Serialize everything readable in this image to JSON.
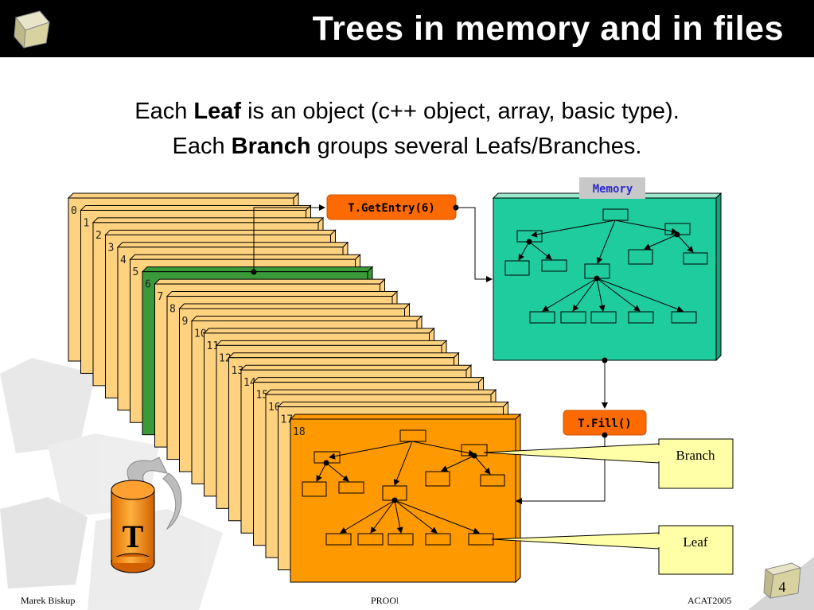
{
  "slide": {
    "title": "Trees in memory and in files",
    "intro": {
      "line1_pre": "Each ",
      "line1_bold": "Leaf",
      "line1_post": " is an object (c++ object, array, basic type).",
      "line2_pre": "Each ",
      "line2_bold": "Branch",
      "line2_post": " groups several Leafs/Branches."
    }
  },
  "diagram": {
    "entry_labels": [
      "0",
      "1",
      "2",
      "3",
      "4",
      "5",
      "6",
      "7",
      "8",
      "9",
      "10",
      "11",
      "12",
      "13",
      "14",
      "15",
      "16",
      "17",
      "18"
    ],
    "highlighted_entry": "6",
    "get_entry_label": "T.GetEntry(6)",
    "fill_label": "T.Fill()",
    "memory_label": "Memory",
    "branch_callout": "Branch",
    "leaf_callout": "Leaf",
    "tree_symbol": "T",
    "colors": {
      "entry_card": "#FFD27F",
      "highlight_card": "#3A9A3A",
      "front_card": "#FF9900",
      "memory_box": "#1FCC9E",
      "command_box": "#FF6A00",
      "callout": "#FFFFA8",
      "memory_tag_bg": "#C8C8C8",
      "memory_tag_text": "#2A2AD0"
    }
  },
  "footer": {
    "author": "Marek Biskup",
    "center": "PROOF",
    "event": "ACAT2005",
    "page_number": "4"
  }
}
